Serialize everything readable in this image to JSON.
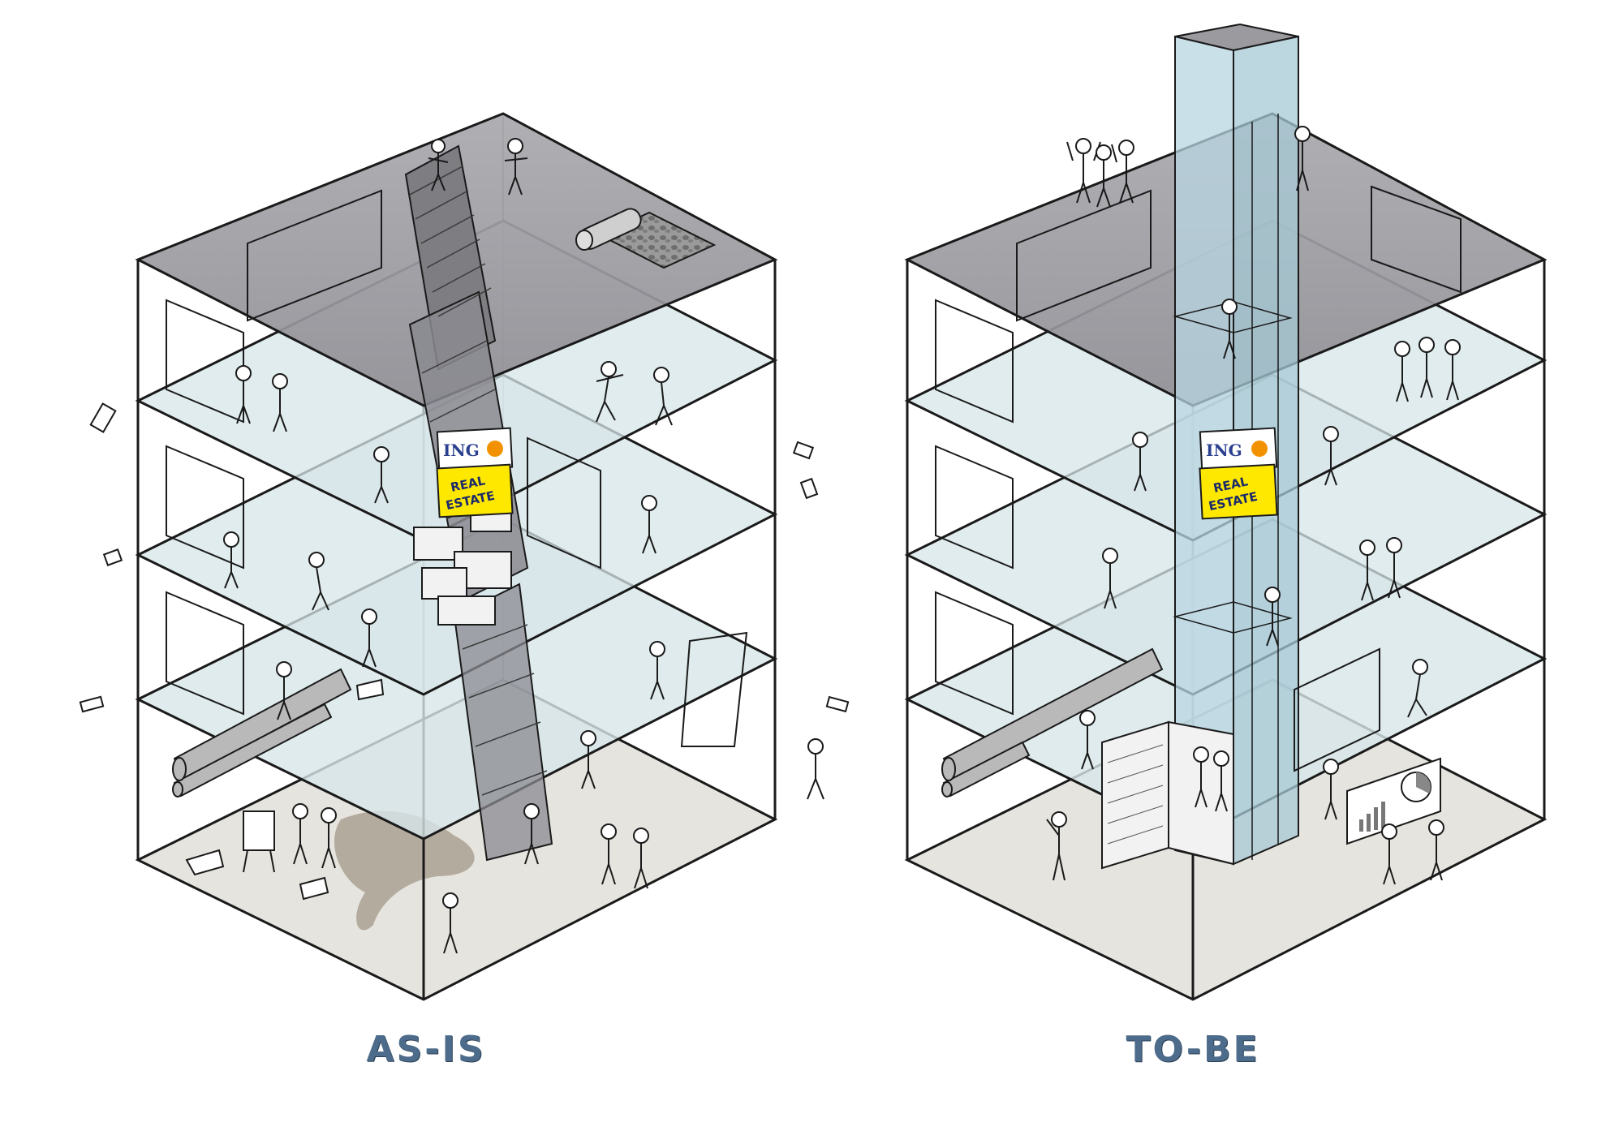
{
  "panels": {
    "left": {
      "caption": "AS-IS",
      "sign": {
        "brand": "ING",
        "line1": "REAL",
        "line2": "ESTATE"
      }
    },
    "right": {
      "caption": "TO-BE",
      "sign": {
        "brand": "ING",
        "line1": "REAL",
        "line2": "ESTATE"
      }
    }
  },
  "colors": {
    "outline": "#1a1a1a",
    "roof": "#a9a8ad",
    "glass_floor": "#d7e6e8",
    "ground_floor": "#e6e4de",
    "elevator": "#b8d6e2",
    "sign_yellow": "#ffe800",
    "caption": "#4d6b8a",
    "puddle": "#8a7c6b"
  }
}
